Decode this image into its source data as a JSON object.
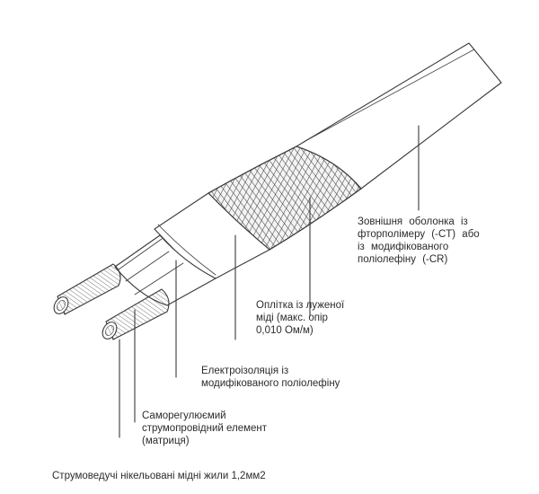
{
  "labels": {
    "outer_jacket": [
      "Зовнішня  оболонка  із",
      "фторполімеру (-CT) або",
      "із  модифікованого",
      "поліолефіну (-CR)"
    ],
    "braid": [
      "Оплітка із луженої",
      "міді  (макс. опір",
      "0,010 Ом/м)"
    ],
    "insulation": [
      "Електроізоляція із",
      "модифікованого   поліолефіну"
    ],
    "matrix": [
      "Саморегулюємий",
      "струмопровідний  елемент",
      "(матриця)"
    ],
    "conductors": [
      "Струмоведучі нікельовані мідні жили 1,2мм2"
    ]
  },
  "colors": {
    "line": "#3a3a3a",
    "fill": "#ffffff",
    "braid": "#555555"
  }
}
